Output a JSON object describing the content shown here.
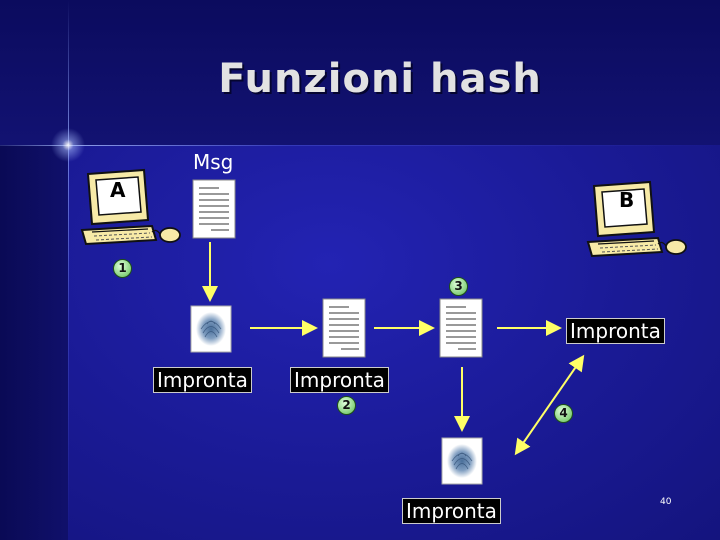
{
  "slide": {
    "title": "Funzioni hash",
    "page_number": "40"
  },
  "computers": {
    "a_label": "A",
    "b_label": "B"
  },
  "message_label": "Msg",
  "steps": [
    "1",
    "2",
    "3",
    "4"
  ],
  "fingerprint_labels": {
    "sender_digest": "Impronta",
    "encrypted_digest": "Impronta",
    "received_digest": "Impronta",
    "recomputed_digest": "Impronta"
  },
  "colors": {
    "background": "#1a1a95",
    "title": "#e2e2e2",
    "arrow": "#ffff66",
    "step_badge": "#84d07a"
  }
}
